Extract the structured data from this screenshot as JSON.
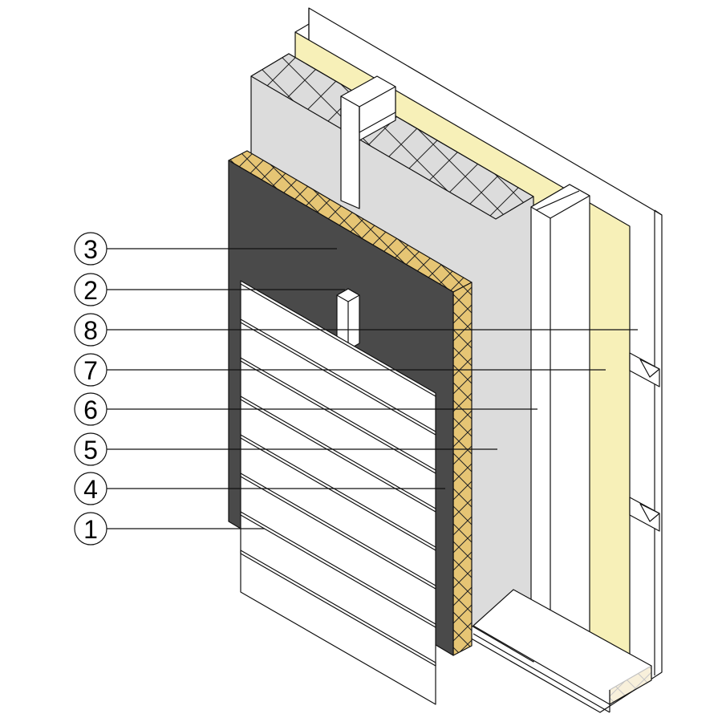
{
  "diagram": {
    "callouts": [
      {
        "id": "3",
        "label": "3"
      },
      {
        "id": "2",
        "label": "2"
      },
      {
        "id": "8",
        "label": "8"
      },
      {
        "id": "7",
        "label": "7"
      },
      {
        "id": "6",
        "label": "6"
      },
      {
        "id": "5",
        "label": "5"
      },
      {
        "id": "4",
        "label": "4"
      },
      {
        "id": "1",
        "label": "1"
      }
    ]
  },
  "colors": {
    "membrane": "#4a4a4a",
    "osb_board": "#e6c574",
    "insulation": "#dcdcdc",
    "insulation_yellow": "#f7f0b8",
    "timber": "#ffffff",
    "line": "#111111"
  }
}
